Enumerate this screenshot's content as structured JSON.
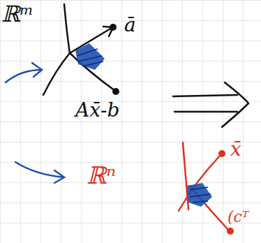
{
  "diagram": {
    "labels": [
      "ℝᵐ",
      "ā",
      "Ax̄-b",
      "ℝⁿ",
      "x̄",
      "(cᵀ"
    ]
  }
}
